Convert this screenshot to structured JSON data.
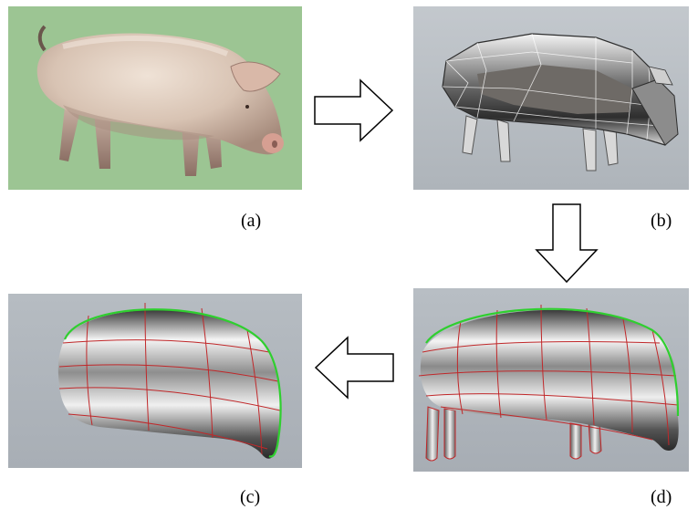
{
  "figure": {
    "captions": {
      "a": "(a)",
      "b": "(b)",
      "c": "(c)",
      "d": "(d)"
    },
    "panels": {
      "a": {
        "content": "textured-pig-model",
        "background": "#9cc593"
      },
      "b": {
        "content": "polygon-mesh-pig",
        "background": "#b8bec4"
      },
      "d": {
        "content": "nurbs-surface-pig-with-legs",
        "background": "#b2b8bf"
      },
      "c": {
        "content": "nurbs-surface-pig-body",
        "background": "#b0b6bd"
      }
    },
    "arrows": [
      {
        "from": "a",
        "to": "b",
        "direction": "right"
      },
      {
        "from": "b",
        "to": "d",
        "direction": "down"
      },
      {
        "from": "d",
        "to": "c",
        "direction": "left"
      }
    ],
    "colors": {
      "curve_red": "#c0282a",
      "curve_green": "#2fcf2f"
    }
  }
}
